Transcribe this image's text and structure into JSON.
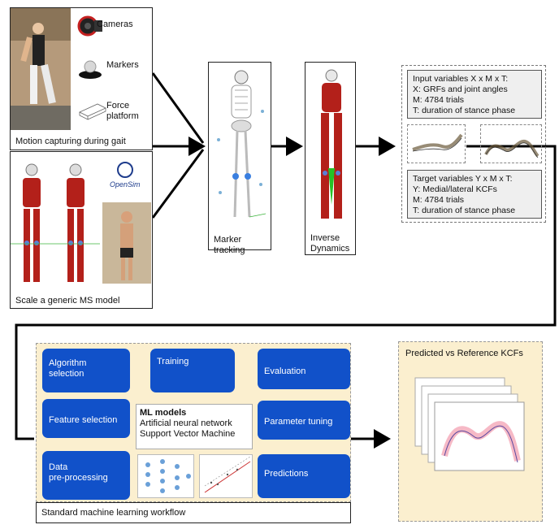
{
  "motion_capture": {
    "cameras_label": "Cameras",
    "markers_label": "Markers",
    "force_platform_label": "Force\nplatform",
    "caption": "Motion capturing during gait"
  },
  "scale_model": {
    "opensim_logo": "OpenSim",
    "caption": "Scale a generic MS model"
  },
  "marker_tracking": {
    "caption": "Marker tracking"
  },
  "inverse_dynamics": {
    "caption_line1": "Inverse",
    "caption_line2": "Dynamics"
  },
  "variables": {
    "input": [
      "Input variables X x M x T:",
      "X: GRFs and joint angles",
      "M: 4784 trials",
      "T: duration of stance phase"
    ],
    "target": [
      "Target variables Y x M x T:",
      "Y: Medial/lateral KCFs",
      "M: 4784 trials",
      "T: duration of stance phase"
    ]
  },
  "workflow": {
    "caption": "Standard machine learning workflow",
    "algorithm_selection": [
      "Algorithm",
      "selection"
    ],
    "training": "Training",
    "evaluation": "Evaluation",
    "feature_selection": "Feature selection",
    "parameter_tuning": "Parameter tuning",
    "data_preprocessing": [
      "Data",
      "pre-processing"
    ],
    "predictions": "Predictions",
    "ml_models_title": "ML models",
    "ml_models_items": [
      "Artificial neural network",
      "Support Vector Machine"
    ]
  },
  "results": {
    "title": "Predicted vs Reference KCFs"
  },
  "colors": {
    "workflow_blue": "#1151c9",
    "panel_beige": "#fbefcf",
    "muscle_red": "#b3201a"
  }
}
